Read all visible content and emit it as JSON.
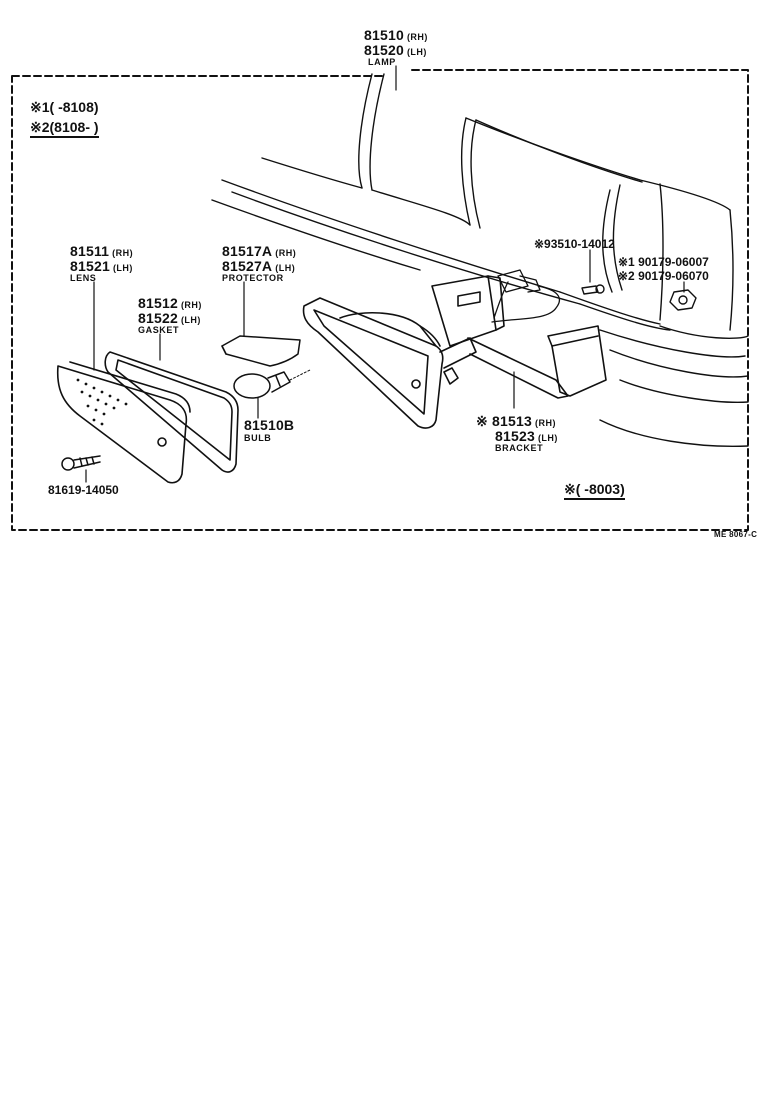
{
  "parts": {
    "lamp": {
      "rh": "81510",
      "lh": "81520",
      "rh_side": "(RH)",
      "lh_side": "(LH)",
      "name": "LAMP"
    },
    "lens": {
      "rh": "81511",
      "lh": "81521",
      "rh_side": "(RH)",
      "lh_side": "(LH)",
      "name": "LENS"
    },
    "gasket": {
      "rh": "81512",
      "lh": "81522",
      "rh_side": "(RH)",
      "lh_side": "(LH)",
      "name": "GASKET"
    },
    "protector": {
      "rh": "81517A",
      "lh": "81527A",
      "rh_side": "(RH)",
      "lh_side": "(LH)",
      "name": "PROTECTOR"
    },
    "bulb": {
      "number": "81510B",
      "name": "BULB"
    },
    "screw": {
      "number": "81619-14050"
    },
    "bolt": {
      "number": "※93510-14012"
    },
    "nut": {
      "number1": "※1 90179-06007",
      "number2": "※2 90179-06070"
    },
    "bracket": {
      "rh": "※ 81513",
      "lh": "81523",
      "rh_side": "(RH)",
      "lh_side": "(LH)",
      "name": "BRACKET"
    }
  },
  "notes": {
    "note1": "※1(      -8108)",
    "note2": "※2(8108-        )",
    "bracket_note": "※(      -8003)"
  },
  "footer_code": "ME 8067-C"
}
